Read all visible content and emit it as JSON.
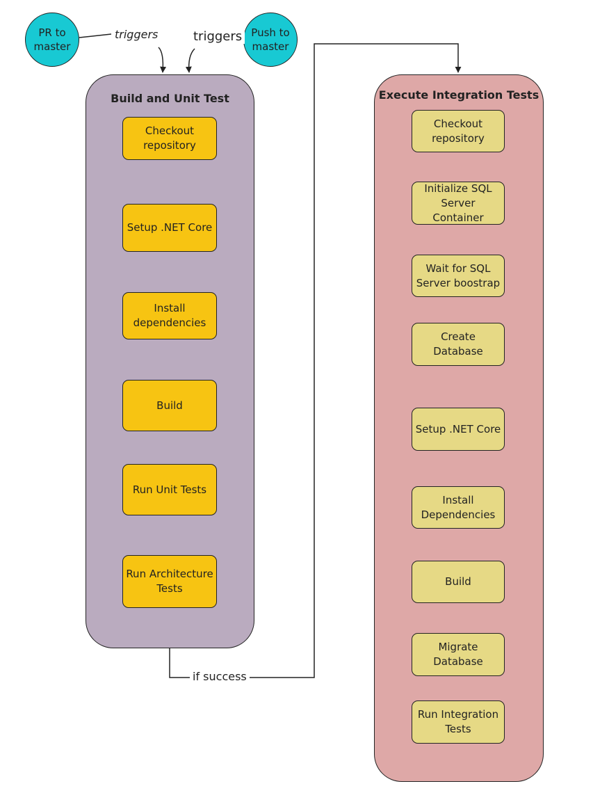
{
  "triggers": [
    {
      "label": "PR to\nmaster",
      "edge_label": "triggers"
    },
    {
      "label": "Push to\nmaster",
      "edge_label": "triggers"
    }
  ],
  "lanes": [
    {
      "title": "Build and Unit Test",
      "fill": "#baabbf",
      "step_fill": "#f7c412",
      "steps": [
        "Checkout\nrepository",
        "Setup .NET Core",
        "Install\ndependencies",
        "Build",
        "Run Unit Tests",
        "Run Architecture\nTests"
      ]
    },
    {
      "title": "Execute Integration Tests",
      "fill": "#dea8a7",
      "step_fill": "#e6d985",
      "steps": [
        "Checkout\nrepository",
        "Initialize SQL\nServer Container",
        "Wait for SQL\nServer boostrap",
        "Create Database",
        "Setup .NET Core",
        "Install\nDependencies",
        "Build",
        "Migrate Database",
        "Run Integration\nTests"
      ]
    }
  ],
  "connector": {
    "label": "if success"
  },
  "colors": {
    "trigger_fill": "#18c9d3",
    "stroke": "#222222"
  }
}
